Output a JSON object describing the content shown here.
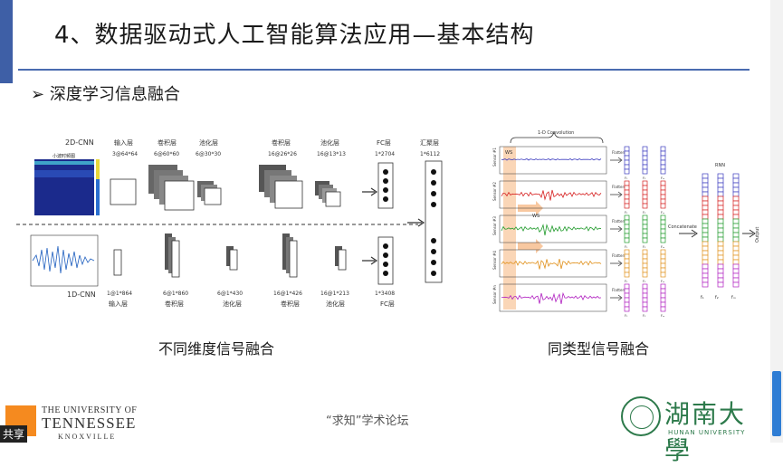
{
  "slide": {
    "title": "4、数据驱动式人工智能算法应用—基本结构",
    "bullet_marker": "➢",
    "bullet_text": "深度学习信息融合",
    "caption_left": "不同维度信号融合",
    "caption_right": "同类型信号融合",
    "footer": "“求知”学术论坛"
  },
  "left_figure": {
    "top_branch": {
      "label": "2D-CNN",
      "inset_title": "小波时频图",
      "layers": [
        {
          "name": "输入层",
          "size": "3@64*64"
        },
        {
          "name": "卷积层",
          "size": "6@60*60"
        },
        {
          "name": "池化层",
          "size": "6@30*30"
        },
        {
          "name": "卷积层",
          "size": "16@26*26"
        },
        {
          "name": "池化层",
          "size": "16@13*13"
        },
        {
          "name": "FC层",
          "size": "1*2704"
        }
      ]
    },
    "bottom_branch": {
      "label": "1D-CNN",
      "layers": [
        {
          "name": "输入层",
          "size": "1@1*864"
        },
        {
          "name": "卷积层",
          "size": "6@1*860"
        },
        {
          "name": "池化层",
          "size": "6@1*430"
        },
        {
          "name": "卷积层",
          "size": "16@1*426"
        },
        {
          "name": "池化层",
          "size": "16@1*213"
        },
        {
          "name": "FC层",
          "size": "1*3408"
        }
      ]
    },
    "merge": {
      "name": "汇聚层",
      "size": "1*6112"
    }
  },
  "right_figure": {
    "conv_label": "1-D Convolution",
    "ws_label": "WS",
    "ws_arrow_label": "WS",
    "sensors": [
      {
        "name": "Sensor #1",
        "color": "#3b3bbf"
      },
      {
        "name": "Sensor #2",
        "color": "#d62020"
      },
      {
        "name": "Sensor #3",
        "color": "#1f9a2a"
      },
      {
        "name": "Sensor #4",
        "color": "#e0901a"
      },
      {
        "name": "Sensor #n",
        "color": "#b020c0"
      }
    ],
    "flatten_label": "Flatten",
    "f_labels": [
      "F₁",
      "F₂",
      "Fₘ"
    ],
    "concat_label": "Concatenate",
    "rnn_label": "RNN",
    "r_labels": [
      "f₁",
      "f₂",
      "fₘ"
    ],
    "output_label": "Output"
  }
}
